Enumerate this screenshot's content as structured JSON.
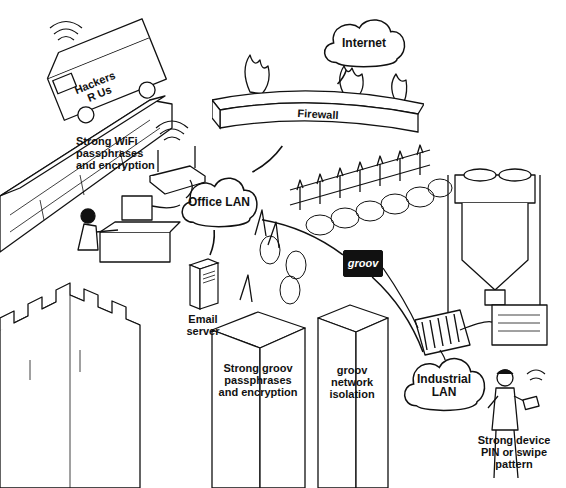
{
  "diagram": {
    "nodes": [
      {
        "text": [
          "Internet"
        ]
      },
      {
        "text": [
          "Firewall"
        ]
      },
      {
        "text": [
          "Office LAN"
        ]
      },
      {
        "text": [
          "Email server"
        ]
      },
      {
        "text": [
          "groov"
        ]
      },
      {
        "text": [
          "Industrial LAN"
        ]
      }
    ],
    "edges": [
      {
        "from": 0,
        "to": 1,
        "arrow": "none"
      },
      {
        "from": 1,
        "to": 2,
        "arrow": "none"
      },
      {
        "from": 2,
        "to": 3,
        "arrow": "none"
      },
      {
        "from": 2,
        "to": 4,
        "arrow": "none"
      },
      {
        "from": 4,
        "to": 5,
        "arrow": "none"
      }
    ],
    "labels": [
      "Hackers R Us",
      "Strong WiFi passphrases and encryption",
      "Strong groov passphrases and encryption",
      "groov network isolation",
      "Strong device PIN or swipe pattern"
    ]
  }
}
